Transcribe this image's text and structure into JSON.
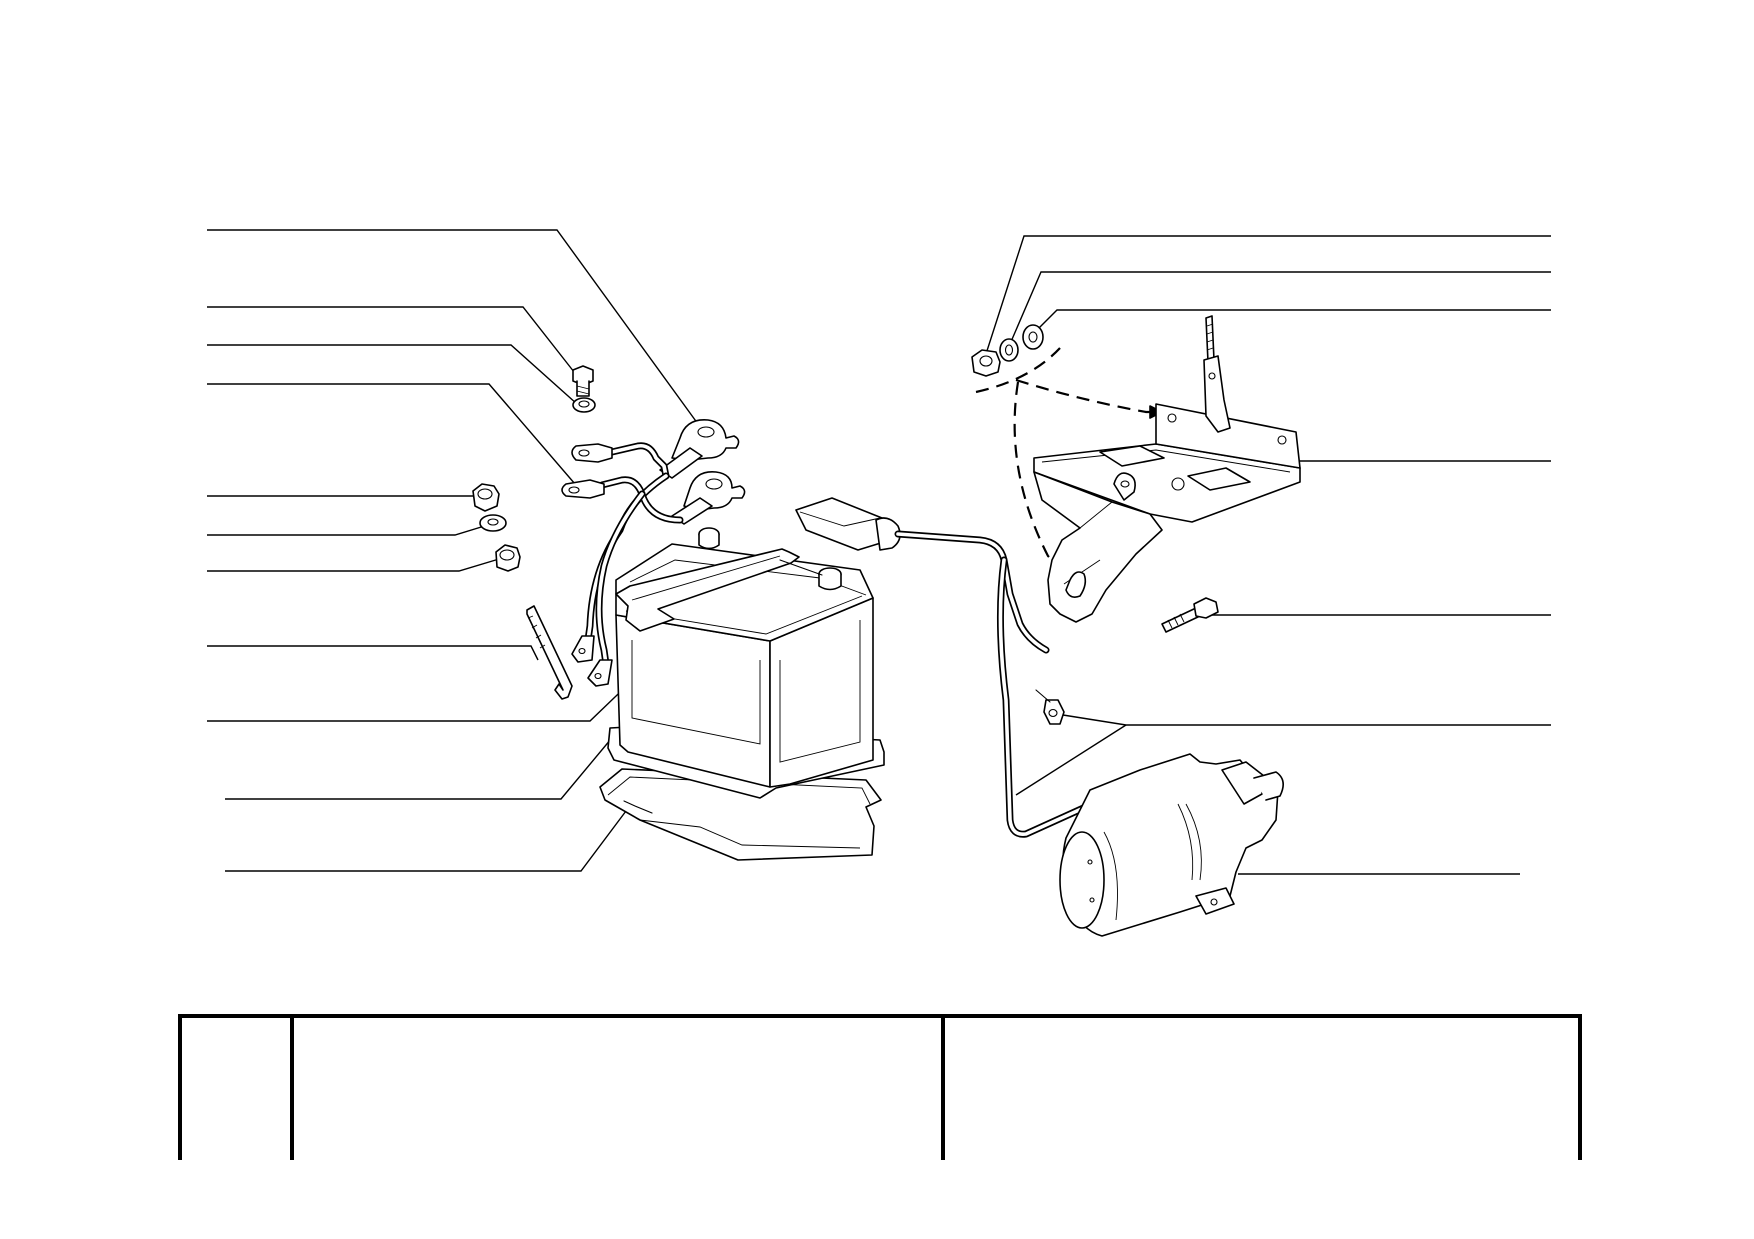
{
  "callout_line_count": 18,
  "title_block": {
    "cells": [
      "",
      "",
      ""
    ]
  },
  "parts": [
    "battery-terminal-clamp",
    "terminal-bolt",
    "terminal-washer",
    "negative-battery-cable",
    "hex-nut",
    "flat-washer",
    "flange-nut",
    "tie-rod",
    "battery-hold-down-clamp",
    "battery",
    "battery-tray",
    "nut",
    "spring-washer",
    "washer",
    "battery-support-bracket",
    "bracket-bolt",
    "positive-starter-cable",
    "starter-motor"
  ]
}
